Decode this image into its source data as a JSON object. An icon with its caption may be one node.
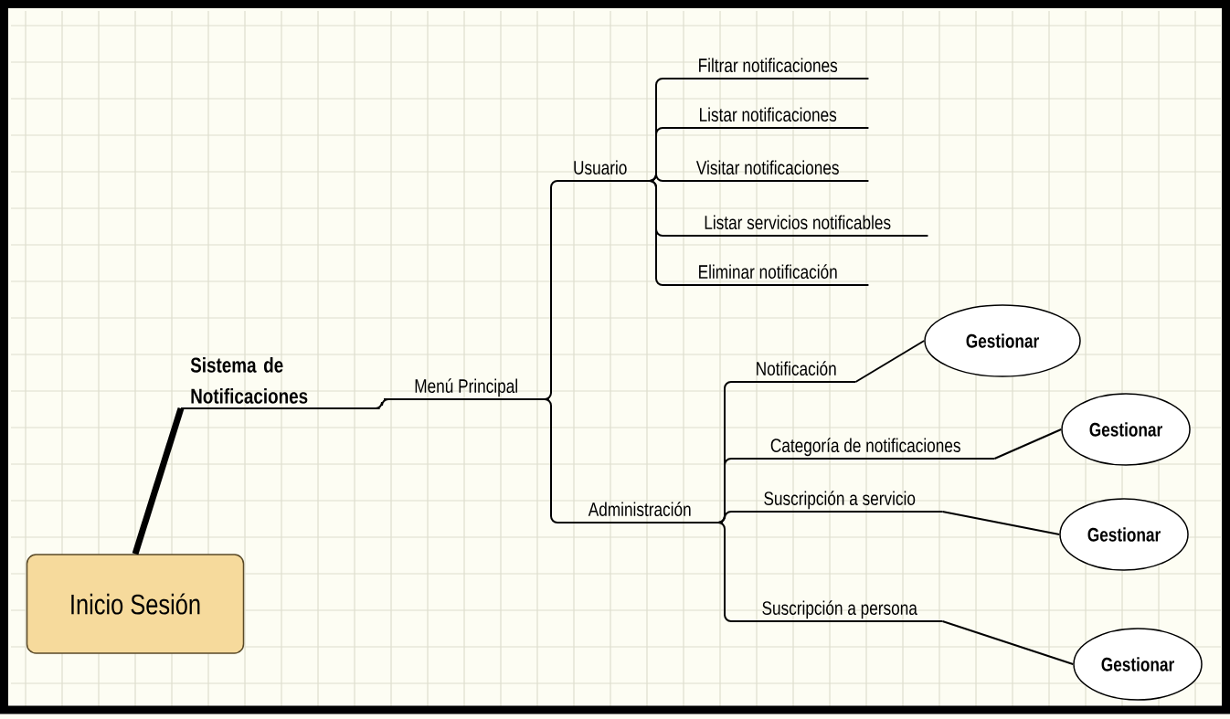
{
  "diagram": {
    "nodes": [
      {
        "text": [
          "Inicio Sesión"
        ]
      },
      {
        "text": [
          "Sistema de Notificaciones"
        ]
      },
      {
        "text": [
          "Menú Principal"
        ]
      },
      {
        "text": [
          "Usuario"
        ]
      },
      {
        "text": [
          "Filtrar notificaciones"
        ]
      },
      {
        "text": [
          "Listar notificaciones"
        ]
      },
      {
        "text": [
          "Visitar notificaciones"
        ]
      },
      {
        "text": [
          "Listar servicios notificables"
        ]
      },
      {
        "text": [
          "Eliminar notificación"
        ]
      },
      {
        "text": [
          "Administración"
        ]
      },
      {
        "text": [
          "Notificación"
        ]
      },
      {
        "text": [
          "Categoría de notificaciones"
        ]
      },
      {
        "text": [
          "Suscripción a servicio"
        ]
      },
      {
        "text": [
          "Suscripción a persona"
        ]
      },
      {
        "text": [
          "Gestionar"
        ]
      },
      {
        "text": [
          "Gestionar"
        ]
      },
      {
        "text": [
          "Gestionar"
        ]
      },
      {
        "text": [
          "Gestionar"
        ]
      }
    ],
    "edges": [
      {
        "from": 0,
        "to": 1,
        "arrow": "none",
        "style": "thick"
      },
      {
        "from": 1,
        "to": 2,
        "arrow": "none"
      },
      {
        "from": 2,
        "to": 3,
        "arrow": "none"
      },
      {
        "from": 2,
        "to": 9,
        "arrow": "none"
      },
      {
        "from": 3,
        "to": 4,
        "arrow": "none"
      },
      {
        "from": 3,
        "to": 5,
        "arrow": "none"
      },
      {
        "from": 3,
        "to": 6,
        "arrow": "none"
      },
      {
        "from": 3,
        "to": 7,
        "arrow": "none"
      },
      {
        "from": 3,
        "to": 8,
        "arrow": "none"
      },
      {
        "from": 9,
        "to": 10,
        "arrow": "none"
      },
      {
        "from": 9,
        "to": 11,
        "arrow": "none"
      },
      {
        "from": 9,
        "to": 12,
        "arrow": "none"
      },
      {
        "from": 9,
        "to": 13,
        "arrow": "none"
      },
      {
        "from": 10,
        "to": 14,
        "arrow": "none"
      },
      {
        "from": 11,
        "to": 15,
        "arrow": "none"
      },
      {
        "from": 12,
        "to": 16,
        "arrow": "none"
      },
      {
        "from": 13,
        "to": 17,
        "arrow": "none"
      }
    ]
  }
}
